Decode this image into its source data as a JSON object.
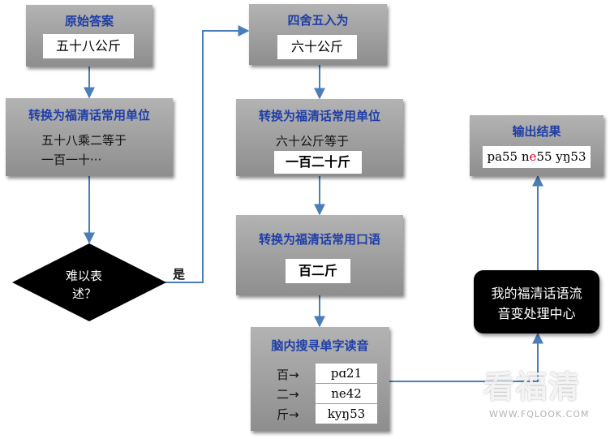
{
  "nodes": {
    "original_answer": {
      "title": "原始答案",
      "value": "五十八公斤"
    },
    "rounding": {
      "title": "四舍五入为",
      "value": "六十公斤"
    },
    "convert_units_left": {
      "title": "转换为福清话常用单位",
      "line1": "五十八乘二等于",
      "line2": "一百一十···"
    },
    "convert_units_right": {
      "title": "转换为福清话常用单位",
      "line1": "六十公斤等于",
      "value": "一百二十斤"
    },
    "convert_colloquial": {
      "title": "转换为福清话常用口语",
      "value": "百二斤"
    },
    "decision": {
      "text_line1": "难以表",
      "text_line2": "述？"
    },
    "decision_yes": "是",
    "search_readings": {
      "title": "脑内搜寻单字读音",
      "rows": [
        {
          "char": "百→",
          "reading": "pɑ21"
        },
        {
          "char": "二→",
          "reading": "ne42"
        },
        {
          "char": "斤→",
          "reading": "kyŋ53"
        }
      ]
    },
    "processing_center": {
      "line1": "我的福清话语流",
      "line2": "音变处理中心"
    },
    "output": {
      "title": "输出结果",
      "part1": "pa55 ",
      "part2_n": "n",
      "part2_e": "e",
      "part2_rest": "55 yŋ53"
    }
  },
  "watermark": {
    "text": "看福清",
    "url": "WWW.FQLOOK.COM"
  },
  "colors": {
    "arrow": "#4a7ebb",
    "title": "#1f3ea8",
    "highlight": "#d0021b"
  }
}
